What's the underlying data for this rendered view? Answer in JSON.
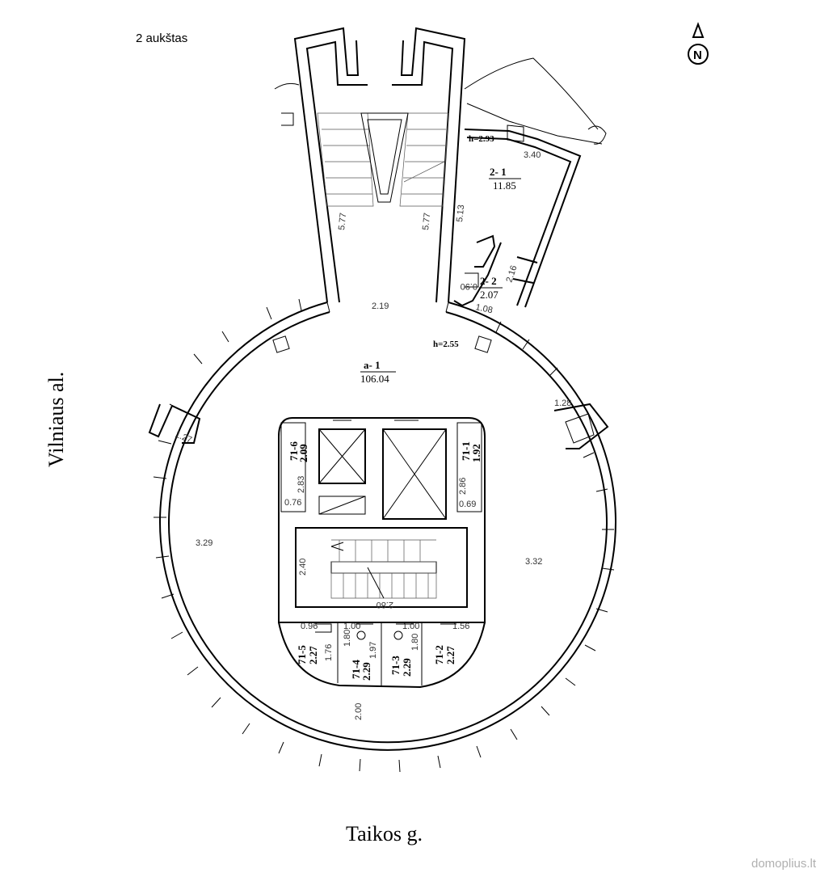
{
  "floor_label": "2 aukštas",
  "compass_letter": "N",
  "streets": {
    "west": "Vilniaus al.",
    "south": "Taikos g."
  },
  "heights": {
    "top": "h=2.93",
    "main": "h=2.55"
  },
  "rooms": {
    "r2_1": {
      "id": "2- 1",
      "area": "11.85"
    },
    "r2_2": {
      "id": "2- 2",
      "area": "2.07"
    },
    "a1": {
      "id": "a- 1",
      "area": "106.04"
    },
    "r71_1": {
      "id": "71-1",
      "area": "1.92"
    },
    "r71_2": {
      "id": "71-2",
      "area": "2.27"
    },
    "r71_3": {
      "id": "71-3",
      "area": "2.29"
    },
    "r71_4": {
      "id": "71-4",
      "area": "2.29"
    },
    "r71_5": {
      "id": "71-5",
      "area": "2.27"
    },
    "r71_6": {
      "id": "71-6",
      "area": "2.09"
    }
  },
  "dimensions": {
    "d_340": "3.40",
    "d_513": "5.13",
    "d_577_left": "5.77",
    "d_577_right": "5.77",
    "d_216": "2.16",
    "d_090": "0.90",
    "d_108": "1.08",
    "d_219": "2.19",
    "d_128": "1.28",
    "d_127": "1.27",
    "d_283": "2.83",
    "d_076": "0.76",
    "d_286": "2.86",
    "d_069": "0.69",
    "d_329": "3.29",
    "d_332": "3.32",
    "d_240": "2.40",
    "d_280": "2.80",
    "d_096": "0.96",
    "d_176": "1.76",
    "d_180a": "1.80",
    "d_197": "1.97",
    "d_180b": "1.80",
    "d_100a": "1.00",
    "d_100b": "1.00",
    "d_156": "1.56",
    "d_200": "2.00"
  },
  "watermark": "domoplius.lt",
  "colors": {
    "line": "#000000",
    "background": "#ffffff",
    "watermark": "#b0b0b0"
  }
}
